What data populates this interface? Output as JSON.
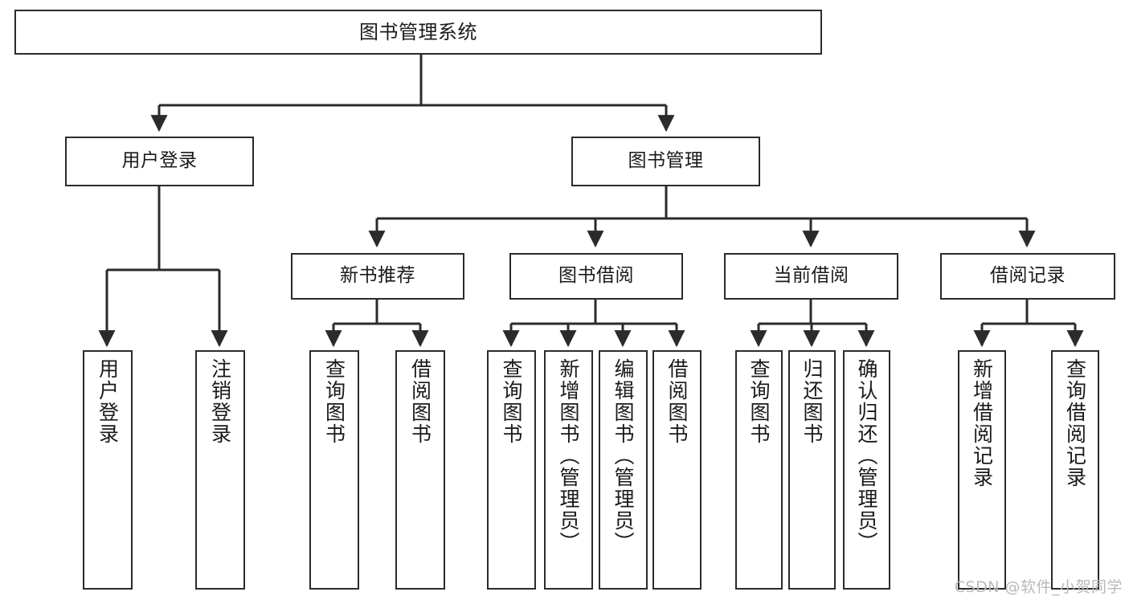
{
  "diagram": {
    "title": "图书管理系统",
    "type": "tree-hierarchy",
    "watermark": "CSDN @软件_小贺同学",
    "line_color": "#2b2b2b",
    "box_fill": "#ffffff",
    "text_color": "#1a1a1a",
    "watermark_color": "#b9b9b9"
  },
  "nodes": {
    "root": {
      "label": "图书管理系统"
    },
    "level1": [
      {
        "id": "user-login",
        "label": "用户登录"
      },
      {
        "id": "book-manage",
        "label": "图书管理"
      }
    ],
    "level2": [
      {
        "id": "new-book-recommend",
        "label": "新书推荐"
      },
      {
        "id": "book-borrow",
        "label": "图书借阅"
      },
      {
        "id": "current-borrow",
        "label": "当前借阅"
      },
      {
        "id": "borrow-record",
        "label": "借阅记录"
      }
    ],
    "leaves": [
      {
        "id": "leaf-user-login",
        "label": "用户登录",
        "parent": "user-login"
      },
      {
        "id": "leaf-logout-login",
        "label": "注销登录",
        "parent": "user-login"
      },
      {
        "id": "leaf-query-book-1",
        "label": "查询图书",
        "parent": "new-book-recommend"
      },
      {
        "id": "leaf-borrow-book-1",
        "label": "借阅图书",
        "parent": "new-book-recommend"
      },
      {
        "id": "leaf-query-book-2",
        "label": "查询图书",
        "parent": "book-borrow"
      },
      {
        "id": "leaf-add-book",
        "label": "新增图书（管理员）",
        "parent": "book-borrow"
      },
      {
        "id": "leaf-edit-book",
        "label": "编辑图书（管理员）",
        "parent": "book-borrow"
      },
      {
        "id": "leaf-borrow-book-2",
        "label": "借阅图书",
        "parent": "book-borrow"
      },
      {
        "id": "leaf-query-book-3",
        "label": "查询图书",
        "parent": "current-borrow"
      },
      {
        "id": "leaf-return-book",
        "label": "归还图书",
        "parent": "current-borrow"
      },
      {
        "id": "leaf-confirm-return",
        "label": "确认归还（管理员）",
        "parent": "current-borrow"
      },
      {
        "id": "leaf-add-record",
        "label": "新增借阅记录",
        "parent": "borrow-record"
      },
      {
        "id": "leaf-query-record",
        "label": "查询借阅记录",
        "parent": "borrow-record"
      }
    ]
  }
}
